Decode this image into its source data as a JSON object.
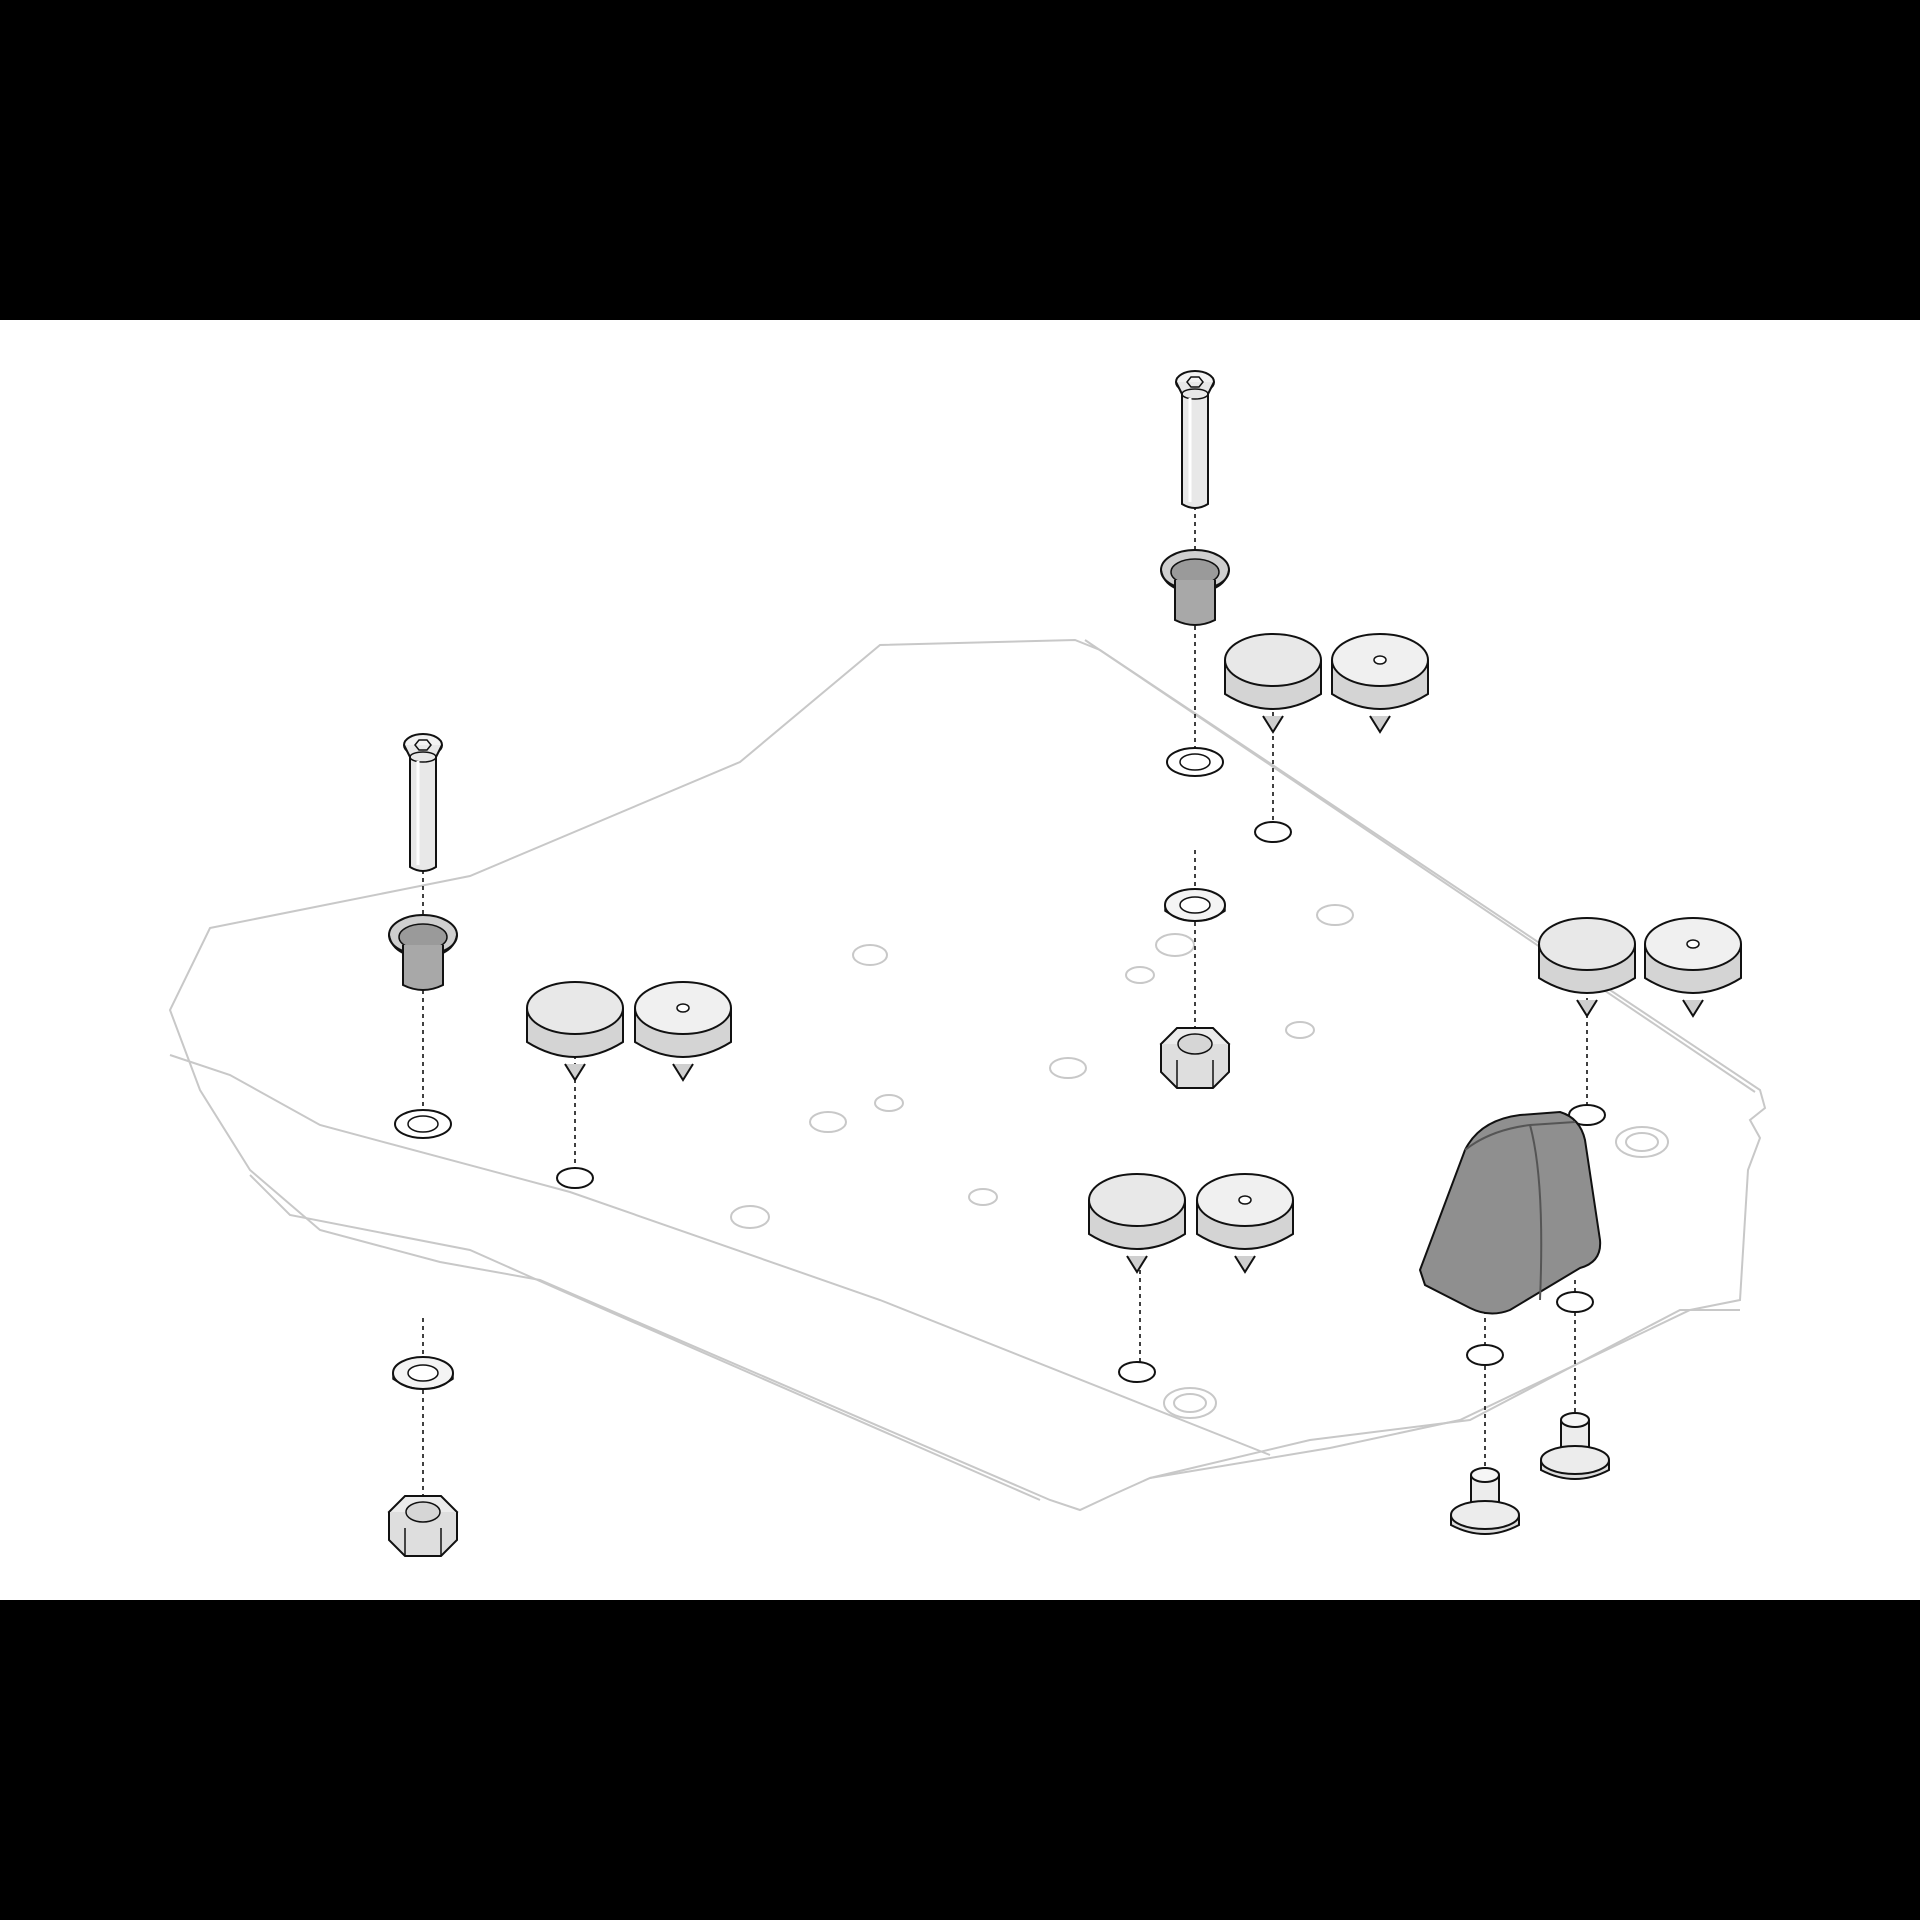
{
  "figure": {
    "type": "exploded-assembly-diagram",
    "background_color": "#ffffff",
    "band_color": "#000000",
    "line_color": "#111111",
    "plate_line_color": "#c8c8c8",
    "part_fill_light": "#e6e6e6",
    "part_fill_mid": "#bdbdbd",
    "part_fill_dark": "#8f8f8f"
  },
  "parts": {
    "plate": "base-plate",
    "fasteners": [
      "countersunk-screw",
      "flanged-bushing",
      "washer",
      "hex-nut",
      "flange-bolt"
    ],
    "feet": [
      "rubber-foot-pair"
    ],
    "bumper": "wedge-bumper"
  }
}
